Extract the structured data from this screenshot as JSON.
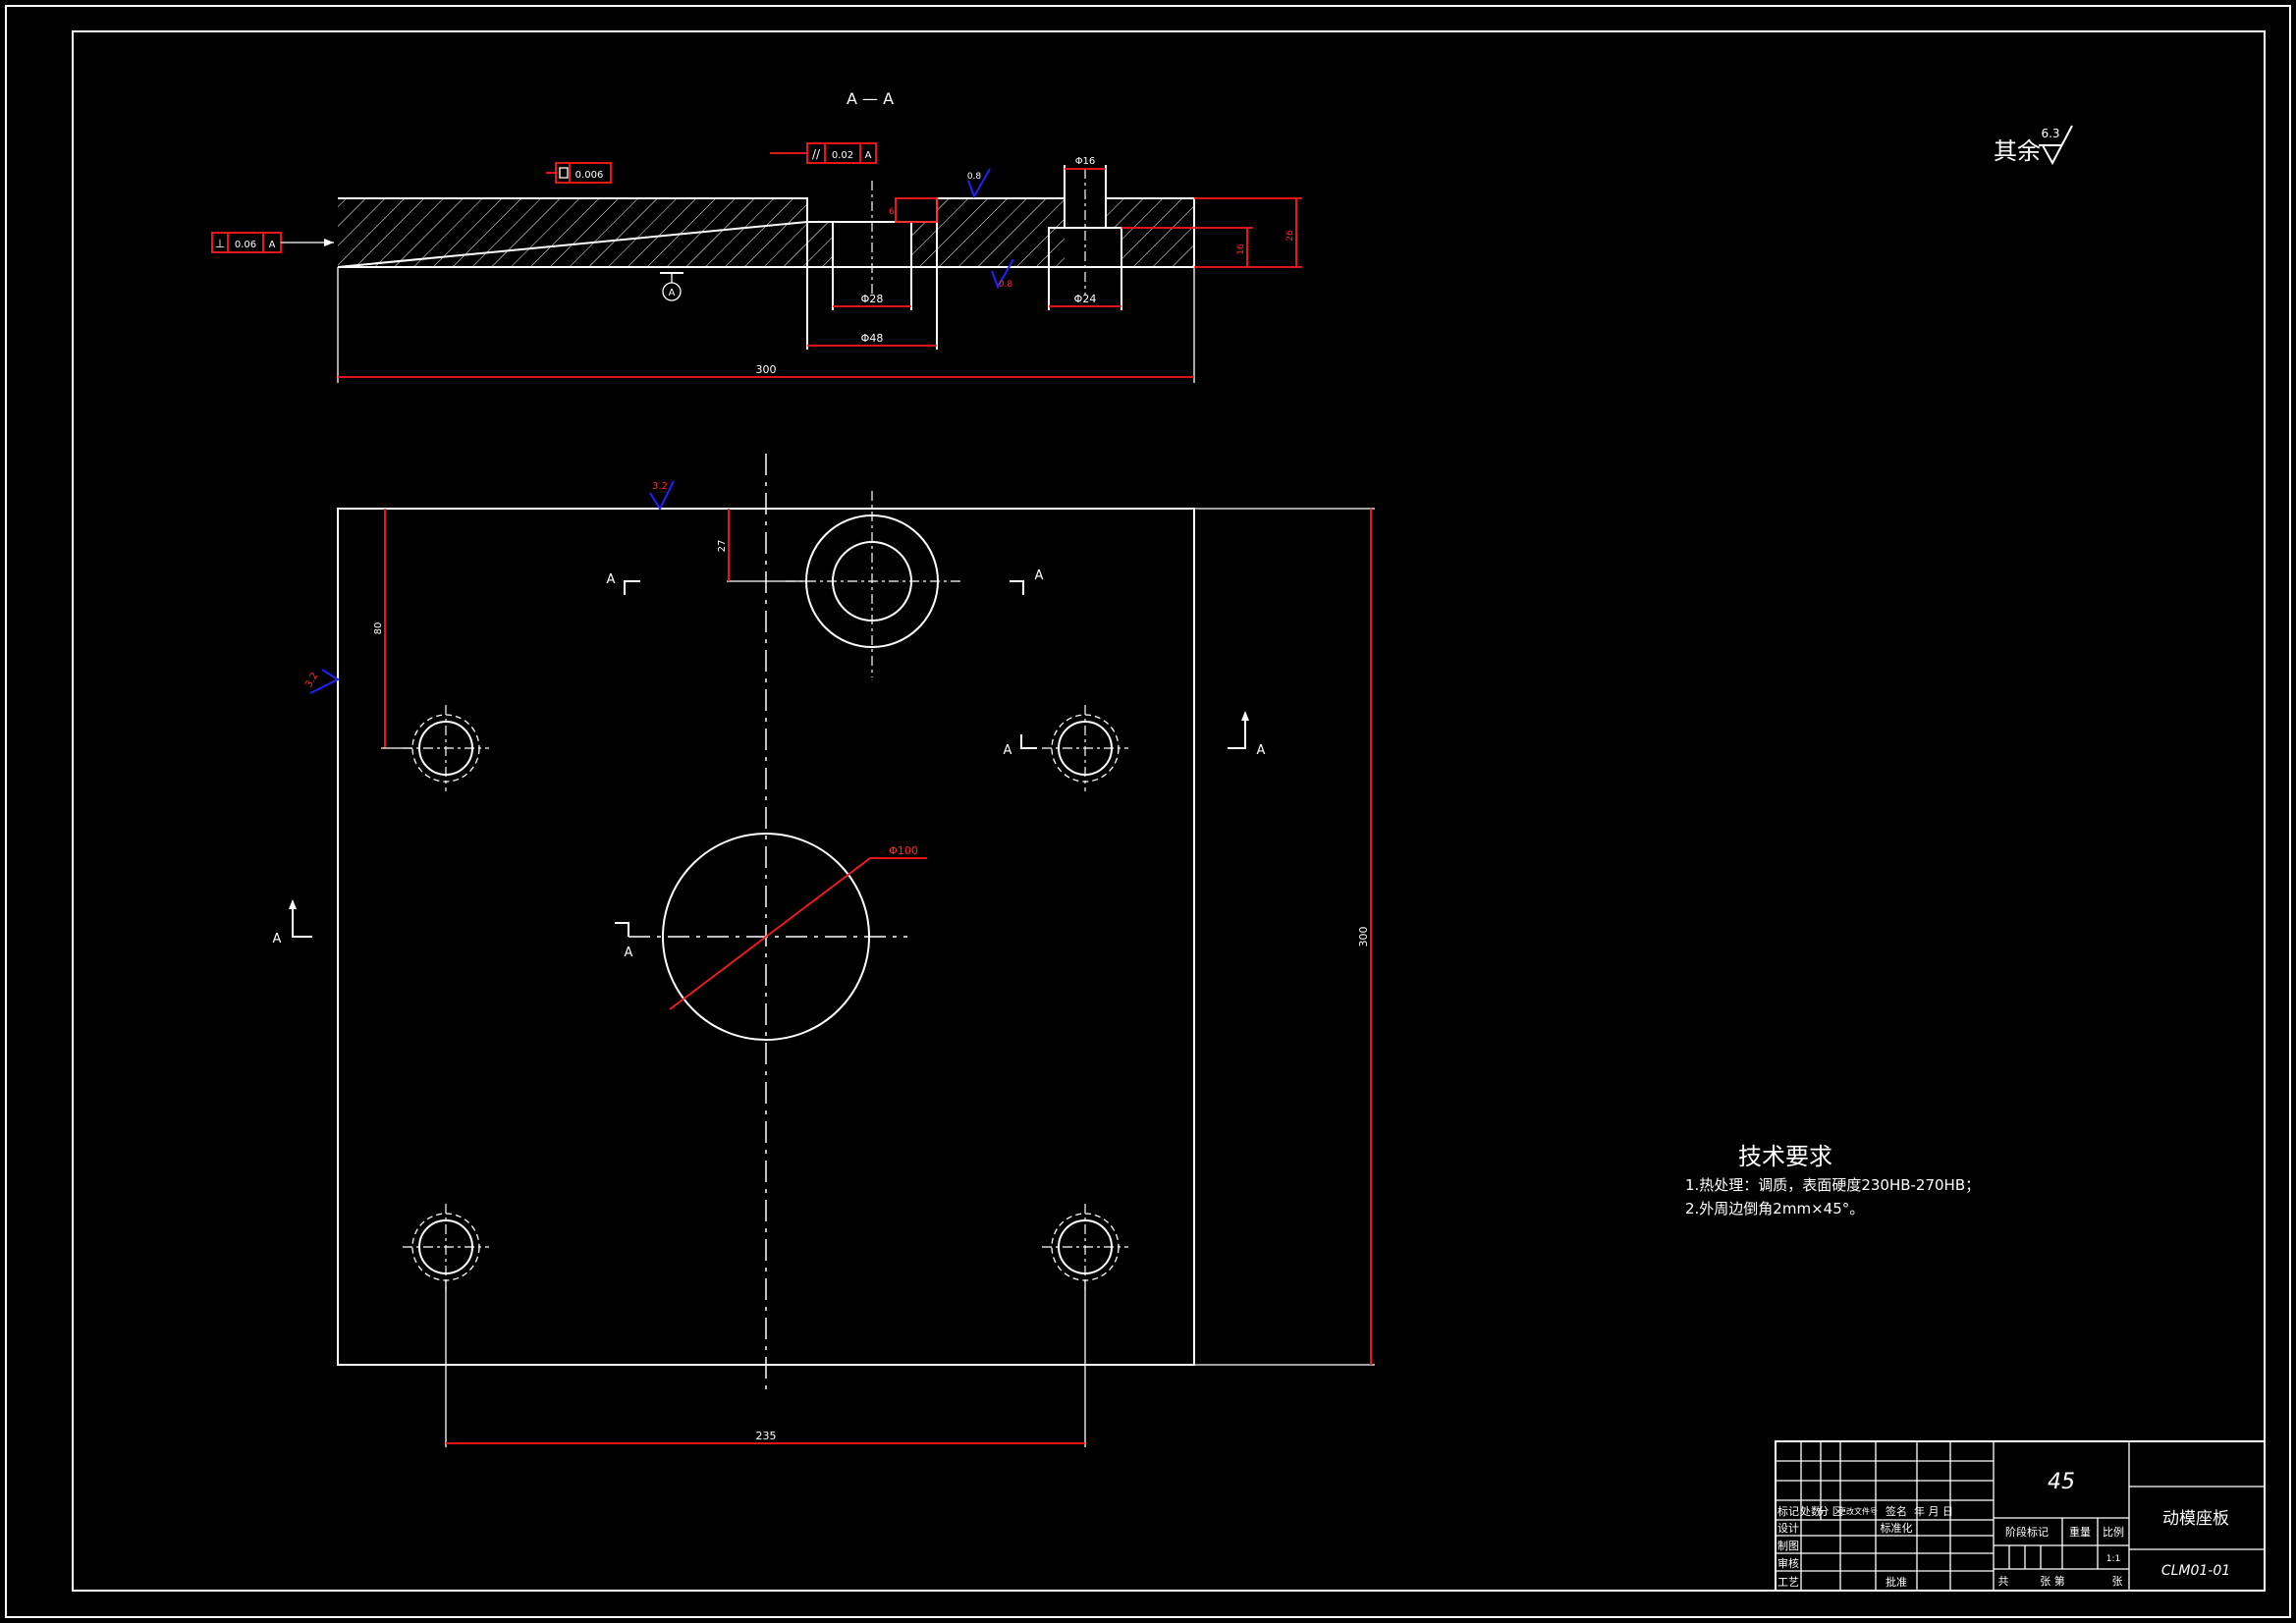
{
  "section_label": "A — A",
  "tolerances": {
    "flatness": "0.006",
    "parallelism": "0.02",
    "parallelism_datum": "A",
    "perpendicularity": "0.06",
    "perpendicularity_datum": "A",
    "datum": "A"
  },
  "roughness": {
    "general_value": "6.3",
    "general_prefix": "其余",
    "top_face": "0.8",
    "bottom_face": "0.8",
    "plan_top": "3.2",
    "plan_left": "3.2"
  },
  "dimensions": {
    "section_length": "300",
    "bore_small": "Φ28",
    "bore_large": "Φ48",
    "counterbore_top": "Φ16",
    "counterbore_bottom": "Φ24",
    "step_depth": "6",
    "thickness_total": "26",
    "thickness_right": "16",
    "offset_27": "27",
    "offset_80": "80",
    "center_hole": "Φ100",
    "plan_height": "300",
    "hole_spacing": "235"
  },
  "section_markers": [
    "A",
    "A",
    "A",
    "A",
    "A",
    "A"
  ],
  "notes": {
    "title": "技术要求",
    "items": [
      "1.热处理：调质，表面硬度230HB-270HB；",
      "2.外周边倒角2mm×45°。"
    ]
  },
  "title_block": {
    "material": "45",
    "part_name": "动模座板",
    "drawing_no": "CLM01-01",
    "headers": {
      "mark": "标记",
      "count": "处数",
      "zone": "分  区",
      "doc_no": "更改文件号",
      "sign": "签名",
      "date": "年 月 日",
      "design": "设计",
      "standardize": "标准化",
      "draw": "制图",
      "review": "审核",
      "process": "工艺",
      "approve": "批准",
      "stage_mark": "阶段标记",
      "weight": "重量",
      "scale": "比例",
      "scale_value": "1:1",
      "total": "共",
      "sheet_of": "张  第",
      "sheet": "张"
    }
  }
}
